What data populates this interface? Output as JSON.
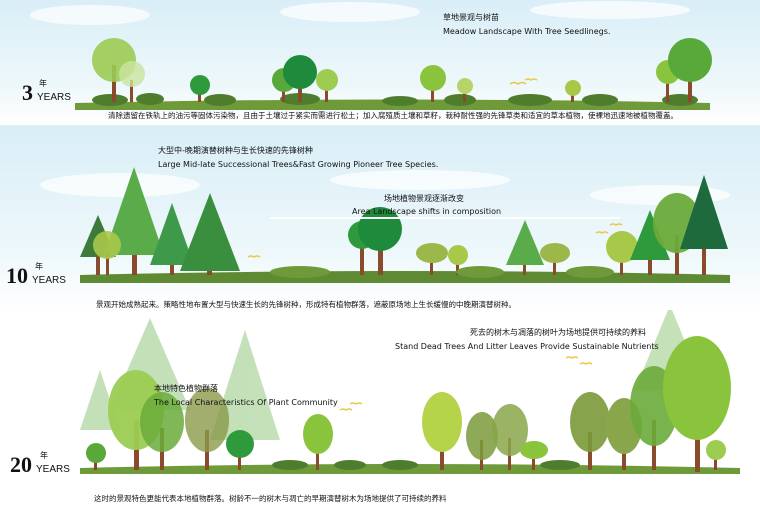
{
  "stages": [
    {
      "year": "3",
      "year_cn": "年",
      "years_label": "YEARS",
      "callout_cn": "草地景观与树苗",
      "callout_en": "Meadow Landscape With Tree Seedlinegs.",
      "description": "清除遗留在铁轨上的油污等固体污染物，且由于土壤过于紧实而需进行松土；加入腐殖质土壤和草籽，栽种耐性强的先锋草类和适宜的草本植物，使裸地迅速地被植物覆盖。"
    },
    {
      "year": "10",
      "year_cn": "年",
      "years_label": "YEARS",
      "callout_cn": "大型中-晚期演替树种与生长快速的先锋树种",
      "callout_en": "Large Mid-late Successional Trees&Fast Growing Pioneer Tree Species.",
      "callout2_cn": "场地植物景观逐渐改变",
      "callout2_en": "Area Landscape shifts in composition",
      "description": "景观开始成熟起来。策略性地布置大型与快速生长的先锋树种，形成特有植物群落，遮蔽原场地上生长缓慢的中晚期演替树种。"
    },
    {
      "year": "20",
      "year_cn": "年",
      "years_label": "YEARS",
      "callout_cn": "本地特色植物群落",
      "callout_en": "The Local Characteristics Of Plant Community",
      "callout2_cn": "死去的树木与凋落的树叶为场地提供可持续的养料",
      "callout2_en": "Stand Dead Trees And Litter Leaves Provide Sustainable Nutrients",
      "description": "这时的景观特色更能代表本地植物群落。树龄不一的树木与凋亡的早期演替树木为场地提供了可持续的养料"
    }
  ],
  "colors": {
    "light_green": "#9ccc52",
    "mid_green": "#58a83a",
    "dark_green": "#2f7d3c",
    "pine": "#3e9a4a",
    "trunk": "#8a4a2c",
    "bird": "#e9c84a"
  }
}
